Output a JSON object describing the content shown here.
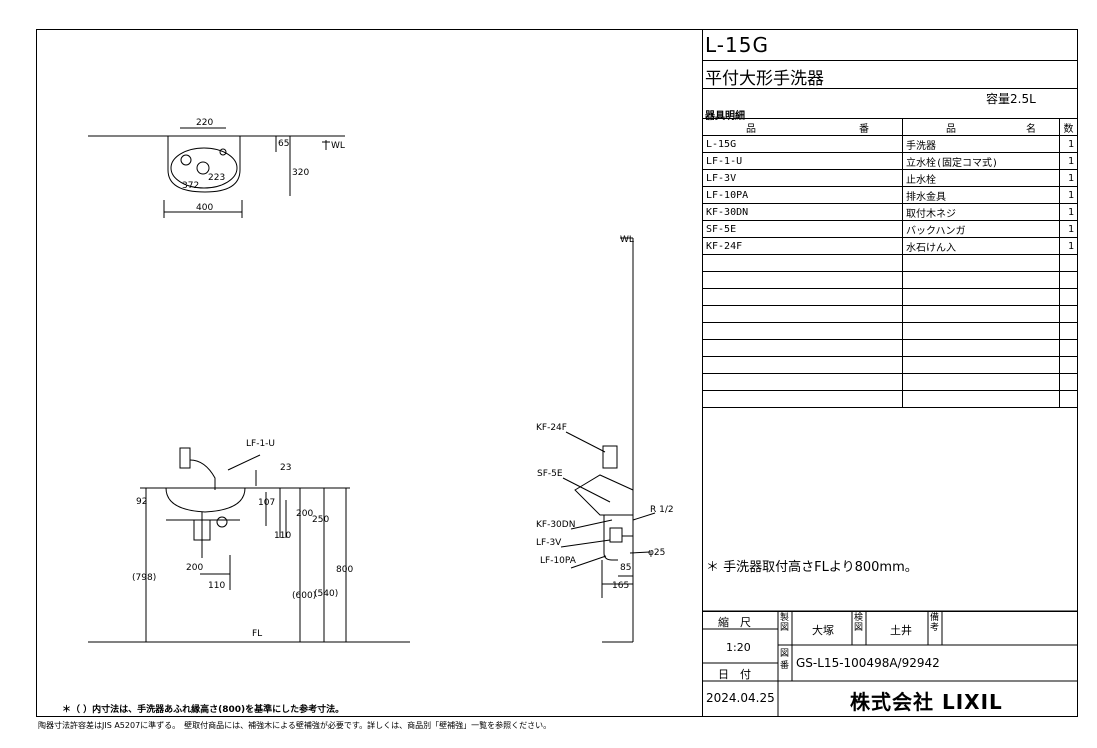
{
  "title": "L-15G",
  "subtitle": "平付大形手洗器",
  "capacity": "容量2.5L",
  "meisai_label": "器具明細",
  "table": {
    "header": [
      "品",
      "番",
      "品",
      "名",
      "数"
    ],
    "rows": [
      {
        "code": "L-15G",
        "name": "手洗器",
        "qty": "1"
      },
      {
        "code": "LF-1-U",
        "name": "立水栓(固定コマ式)",
        "qty": "1"
      },
      {
        "code": "LF-3V",
        "name": "止水栓",
        "qty": "1"
      },
      {
        "code": "LF-10PA",
        "name": "排水金具",
        "qty": "1"
      },
      {
        "code": "KF-30DN",
        "name": "取付木ネジ",
        "qty": "1"
      },
      {
        "code": "SF-5E",
        "name": "バックハンガ",
        "qty": "1"
      },
      {
        "code": "KF-24F",
        "name": "水石けん入",
        "qty": "1"
      }
    ]
  },
  "install_note": "＊ 手洗器取付高さFLより800mm。",
  "titleblock": {
    "scale_label": "縮　尺",
    "scale_value": "1:20",
    "date_label": "日　付",
    "date_value": "2024.04.25",
    "drawn_label": "製図",
    "drawn_by": "大塚",
    "check_label": "検図",
    "check_by": "土井",
    "remarks_label": "備考",
    "drawing_no_label": "図番",
    "drawing_no": "GS-L15-100498A/92942",
    "company": "株式会社 LIXIL"
  },
  "footnotes": {
    "line1": "＊（ ）内寸法は、手洗器あふれ縁高さ(800)を基準にした参考寸法。",
    "line2": "陶器寸法許容差はJIS A5207に準ずる。　壁取付商品には、補強木による壁補強が必要です。詳しくは、商品別「壁補強」一覧を参照ください。"
  },
  "drawing": {
    "plan": {
      "d_width_top": "220",
      "d_overall": "400",
      "d_depth": "320",
      "d_inner_w": "372",
      "d_inner_d": "223",
      "d_edge": "65",
      "wall_label": "WL"
    },
    "front": {
      "lf1u": "LF-1-U",
      "d23": "23",
      "d92": "92",
      "d107": "107",
      "d200v": "200",
      "d250": "250",
      "d110v": "110",
      "d200h": "200",
      "d110h": "110",
      "d798": "(798)",
      "d600": "(600)",
      "d540": "(540)",
      "d800": "800",
      "fl": "FL"
    },
    "side": {
      "wl": "WL",
      "kf24f": "KF-24F",
      "sf5e": "SF-5E",
      "kf30dn": "KF-30DN",
      "lf3v": "LF-3V",
      "lf10pa": "LF-10PA",
      "r12": "R 1/2",
      "d25": "φ25",
      "d85": "85",
      "d165": "165"
    }
  }
}
